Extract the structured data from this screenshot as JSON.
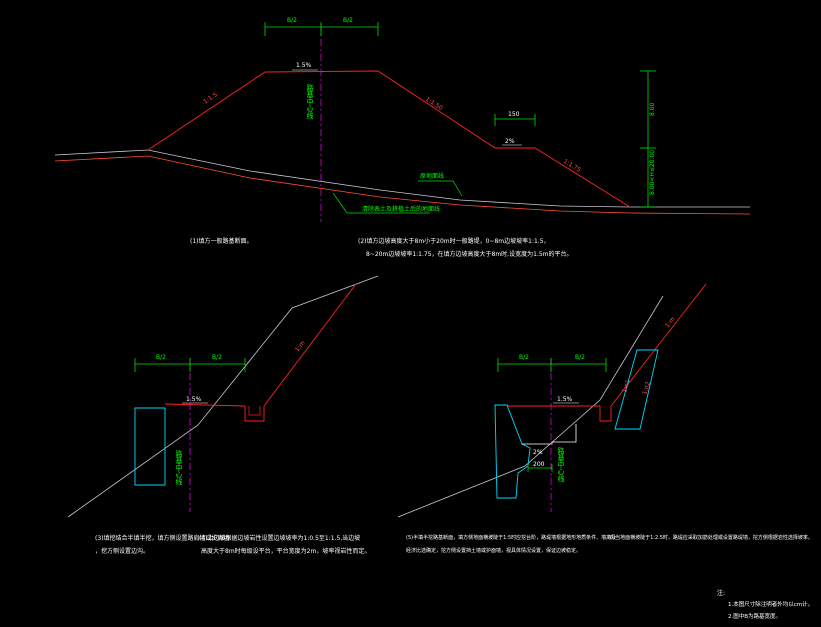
{
  "colors": {
    "background": "#000000",
    "profile_red": "#ff2020",
    "ground_grey": "#c8c8d8",
    "dimension_green": "#00e000",
    "centerline_magenta": "#e000e0",
    "retaining_cyan": "#00d8ff",
    "text_white": "#ffffff",
    "label_green": "#00ff00"
  },
  "top": {
    "dim_left": "B/2",
    "dim_right": "B/2",
    "crown_slope": "1.5%",
    "slope_left": "1:1.5",
    "slope_right_upper": "1:1.50",
    "slope_right_lower": "1:1.75",
    "berm_width": "150",
    "berm_slope": "2%",
    "centerline_label": "路基中心线",
    "height_dim_upper": "8.00",
    "height_dim_lower": "8.00<H≤20.00",
    "label_original_ground": "原地面线",
    "label_clearing": "清除表土及耕植土后的地面线",
    "caption_1": "(1)填方一般路基断面。",
    "caption_2a": "(2)填方边坡高度大于8m小于20m时一般路堤，0~8m边坡坡率1:1.5，",
    "caption_2b": "8~20m边坡坡率1:1.75，在填方边坡高度大于8m时,设宽度为1.5m的平台。"
  },
  "left": {
    "dim_left": "B/2",
    "dim_right": "B/2",
    "crown_slope": "1.5%",
    "slope_label": "1:m",
    "centerline_label": "路基中心线",
    "caption_3a": "(3)填挖结合半填半挖，填方侧设置路肩墙或护肩墙",
    "caption_3b": "，挖方侧设置边沟。",
    "caption_4a": "(4)上边坡根据边坡岩性设置边坡坡率为1:0.5至1:1.5,当边坡",
    "caption_4b": "高度大于8m时每级设平台，平台宽度为2m，坡率视岩性而定。"
  },
  "right": {
    "dim_left": "B/2",
    "dim_right": "B/2",
    "crown_slope": "1.5%",
    "slope_label_upper": "1:m",
    "slope_label_mid1": "1:n1",
    "slope_label_mid2": "1:n2",
    "step_slope": "2%",
    "step_width": "200",
    "centerline_label": "路基中心线",
    "caption_5a": "(5)半填半挖路基断面，填方侧地面横坡陡于1:5时应挖台阶，路堤墙根据地形地质条件、墙高及",
    "caption_5b": "经济比选确定，挖方侧设置挡土墙或护面墙，视具体情况设置，保证边坡稳定。",
    "caption_6": "(6)当地面横坡陡于1:2.5时，路堤应采取加筋处理或设置路堤墙，挖方侧根据岩性选择坡率。"
  },
  "notes": {
    "heading": "注:",
    "item_1": "1.本图尺寸除注明者外均以cm计。",
    "item_2": "2.图中B为路基宽度。"
  }
}
